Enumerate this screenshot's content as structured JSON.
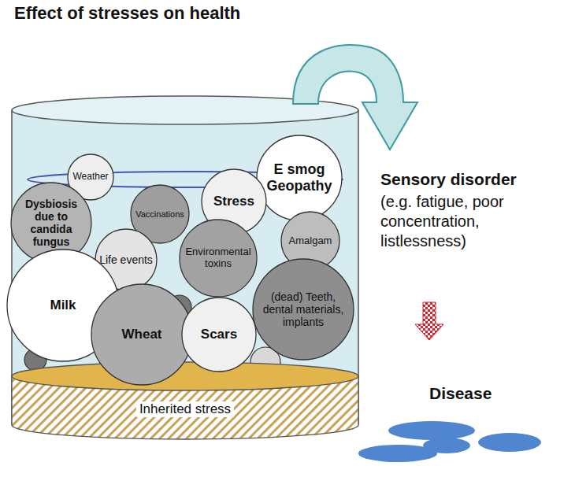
{
  "diagram": {
    "title": "Effect of stresses on health",
    "nodes": [
      {
        "text": [
          "Weather"
        ]
      },
      {
        "text": [
          "E smog Geopathy"
        ]
      },
      {
        "text": [
          "Dysbiosis due to candida fungus"
        ]
      },
      {
        "text": [
          "Vaccinations"
        ]
      },
      {
        "text": [
          "Stress"
        ]
      },
      {
        "text": [
          "Amalgam"
        ]
      },
      {
        "text": [
          "Life events"
        ]
      },
      {
        "text": [
          "Environmental toxins"
        ]
      },
      {
        "text": [
          "Milk"
        ]
      },
      {
        "text": [
          "(dead) Teeth, dental materials, implants"
        ]
      },
      {
        "text": [
          "Wheat"
        ]
      },
      {
        "text": [
          "Scars"
        ]
      },
      {
        "text": [
          "Inherited stress"
        ]
      }
    ],
    "labels": [
      "Sensory disorder",
      "(e.g. fatigue, poor concentration, listlessness)",
      "Disease"
    ]
  }
}
